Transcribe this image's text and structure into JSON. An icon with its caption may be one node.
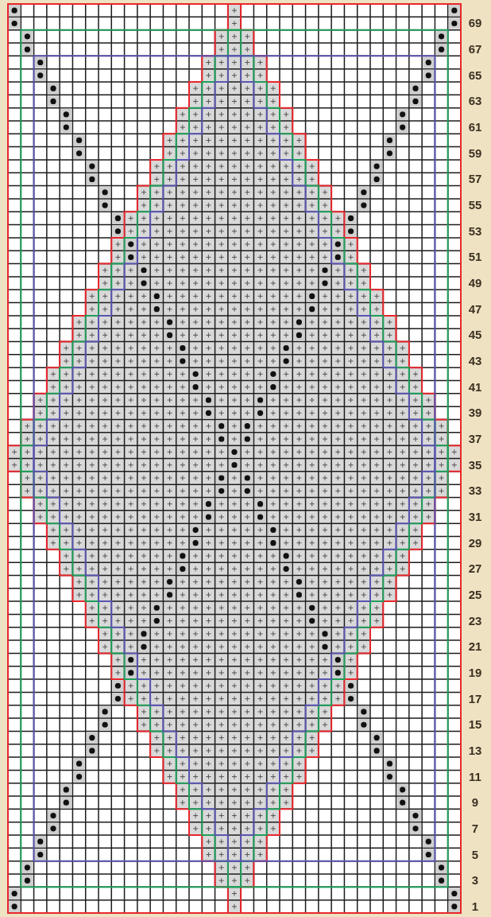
{
  "diagram": {
    "labels": [
      "69",
      "67",
      "65",
      "63",
      "61",
      "59",
      "57",
      "55",
      "53",
      "51",
      "49",
      "47",
      "45",
      "43",
      "41",
      "39",
      "37",
      "35",
      "33",
      "31",
      "29",
      "27",
      "25",
      "23",
      "21",
      "19",
      "17",
      "15",
      "13",
      "11",
      "9",
      "7",
      "5",
      "3",
      "1"
    ]
  }
}
